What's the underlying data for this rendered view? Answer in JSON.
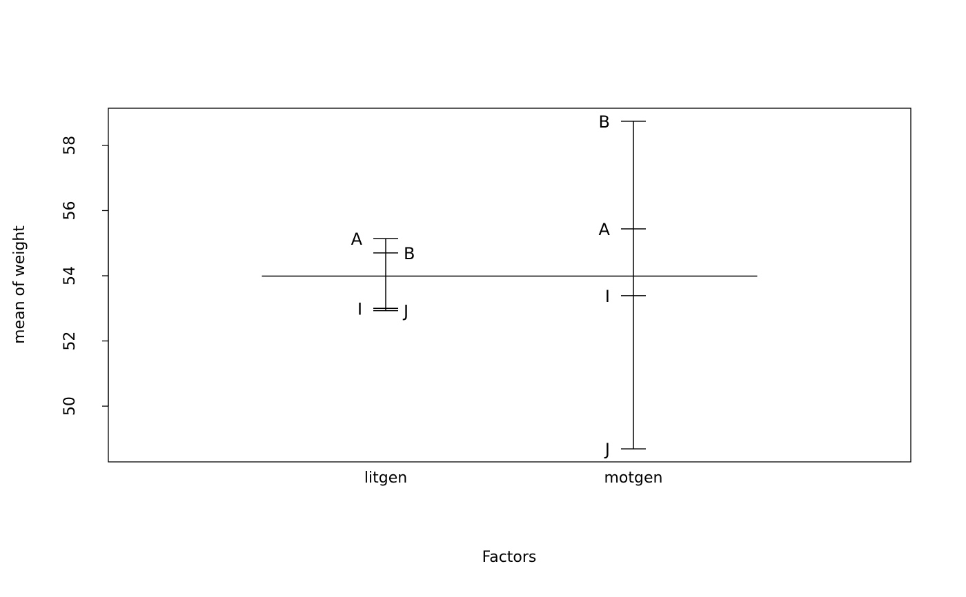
{
  "chart_data": {
    "type": "design",
    "title": "",
    "xlabel": "Factors",
    "ylabel": "mean of weight",
    "ylim": [
      48.29,
      59.14
    ],
    "xlim": [
      -0.12,
      3.12
    ],
    "yticks": [
      50,
      52,
      54,
      56,
      58
    ],
    "ytick_labels": [
      "50",
      "52",
      "54",
      "56",
      "58"
    ],
    "grand_mean": 53.99,
    "grand_mean_span": [
      0.5,
      2.5
    ],
    "factors": [
      {
        "name": "litgen",
        "position": 1,
        "levels": [
          {
            "label": "A",
            "value": 55.14
          },
          {
            "label": "B",
            "value": 54.7
          },
          {
            "label": "I",
            "value": 53.0
          },
          {
            "label": "J",
            "value": 52.93
          }
        ]
      },
      {
        "name": "motgen",
        "position": 2,
        "levels": [
          {
            "label": "B",
            "value": 58.74
          },
          {
            "label": "A",
            "value": 55.44
          },
          {
            "label": "I",
            "value": 53.39
          },
          {
            "label": "J",
            "value": 48.69
          }
        ]
      }
    ]
  }
}
